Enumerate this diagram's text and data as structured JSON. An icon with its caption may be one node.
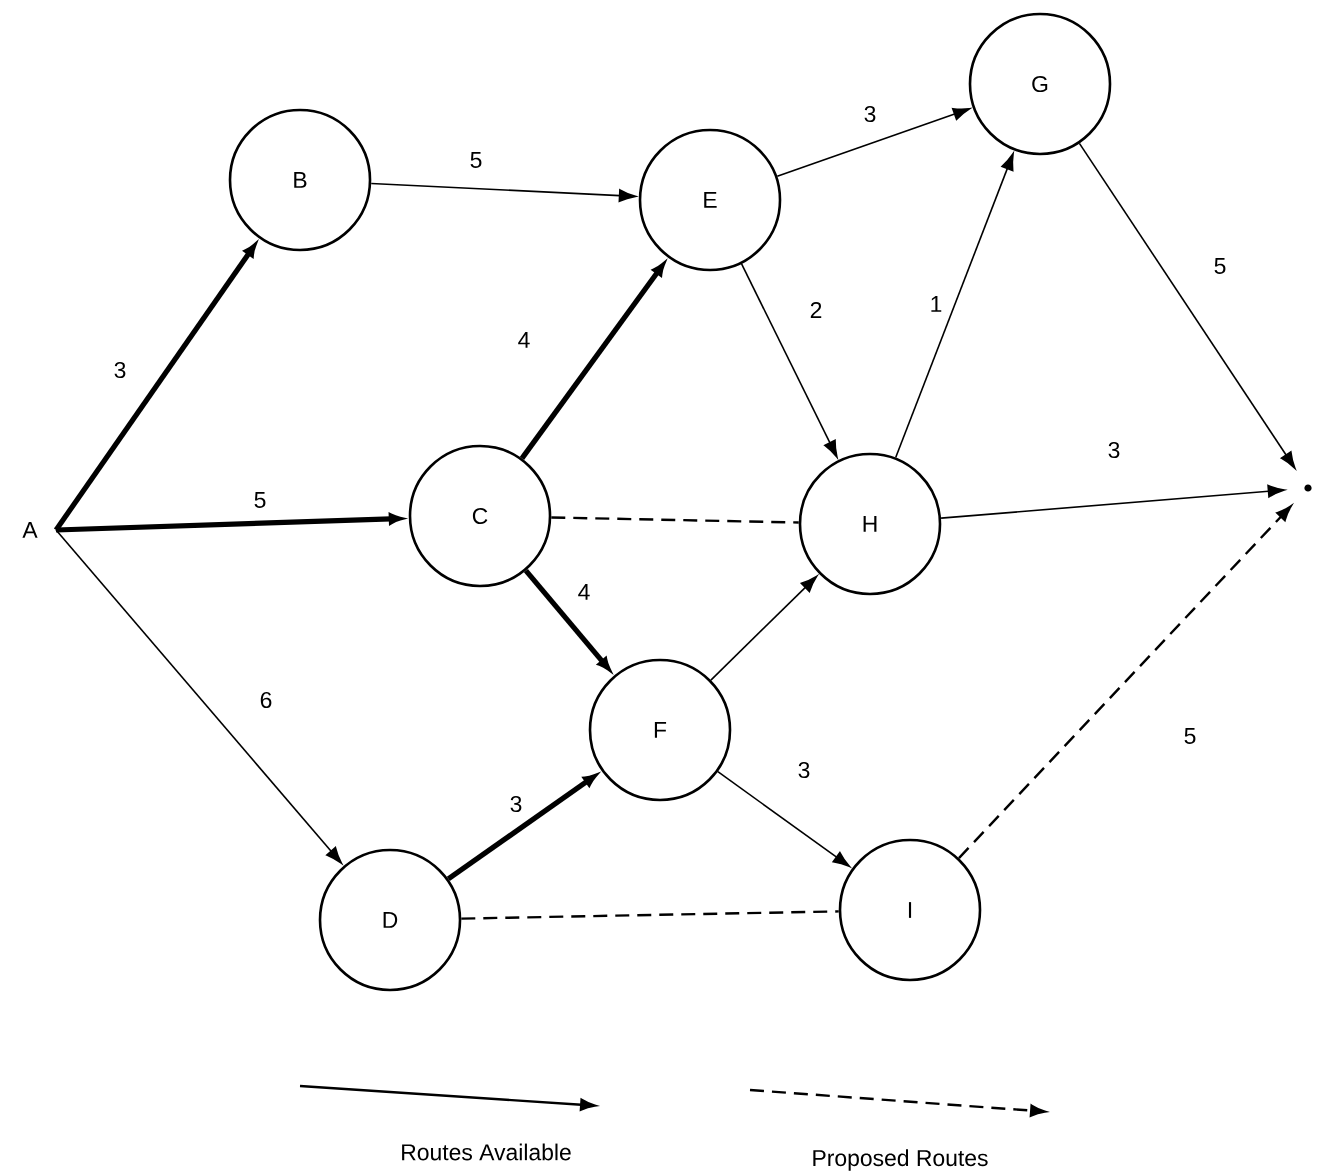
{
  "diagram": {
    "nodes": [
      {
        "text": [
          "A"
        ]
      },
      {
        "text": [
          "B"
        ]
      },
      {
        "text": [
          "C"
        ]
      },
      {
        "text": [
          "D"
        ]
      },
      {
        "text": [
          "E"
        ]
      },
      {
        "text": [
          "F"
        ]
      },
      {
        "text": [
          "G"
        ]
      },
      {
        "text": [
          "H"
        ]
      },
      {
        "text": [
          "I"
        ]
      },
      {
        "text": [],
        "shape": "point"
      }
    ],
    "edges": [
      {
        "from": 0,
        "to": 1,
        "arrow": "to",
        "label": "3",
        "style": "thick"
      },
      {
        "from": 0,
        "to": 2,
        "arrow": "to",
        "label": "5",
        "style": "thick"
      },
      {
        "from": 0,
        "to": 3,
        "arrow": "to",
        "label": "6"
      },
      {
        "from": 1,
        "to": 4,
        "arrow": "to",
        "label": "5"
      },
      {
        "from": 2,
        "to": 4,
        "arrow": "to",
        "label": "4",
        "style": "thick"
      },
      {
        "from": 2,
        "to": 5,
        "arrow": "to",
        "label": "4",
        "style": "thick"
      },
      {
        "from": 2,
        "to": 7,
        "arrow": "none",
        "style": "dashed"
      },
      {
        "from": 4,
        "to": 6,
        "arrow": "to",
        "label": "3"
      },
      {
        "from": 4,
        "to": 7,
        "arrow": "to",
        "label": "2"
      },
      {
        "from": 7,
        "to": 6,
        "arrow": "to",
        "label": "1"
      },
      {
        "from": 6,
        "to": 9,
        "arrow": "to",
        "label": "5"
      },
      {
        "from": 7,
        "to": 9,
        "arrow": "to",
        "label": "3"
      },
      {
        "from": 5,
        "to": 7,
        "arrow": "to"
      },
      {
        "from": 3,
        "to": 5,
        "arrow": "to",
        "label": "3",
        "style": "thick"
      },
      {
        "from": 5,
        "to": 8,
        "arrow": "to",
        "label": "3"
      },
      {
        "from": 3,
        "to": 8,
        "arrow": "none",
        "style": "dashed"
      },
      {
        "from": 8,
        "to": 9,
        "arrow": "to",
        "label": "5",
        "style": "dashed"
      }
    ],
    "legend": [
      {
        "text": "Routes Available"
      },
      {
        "text": "Proposed Routes"
      }
    ]
  }
}
